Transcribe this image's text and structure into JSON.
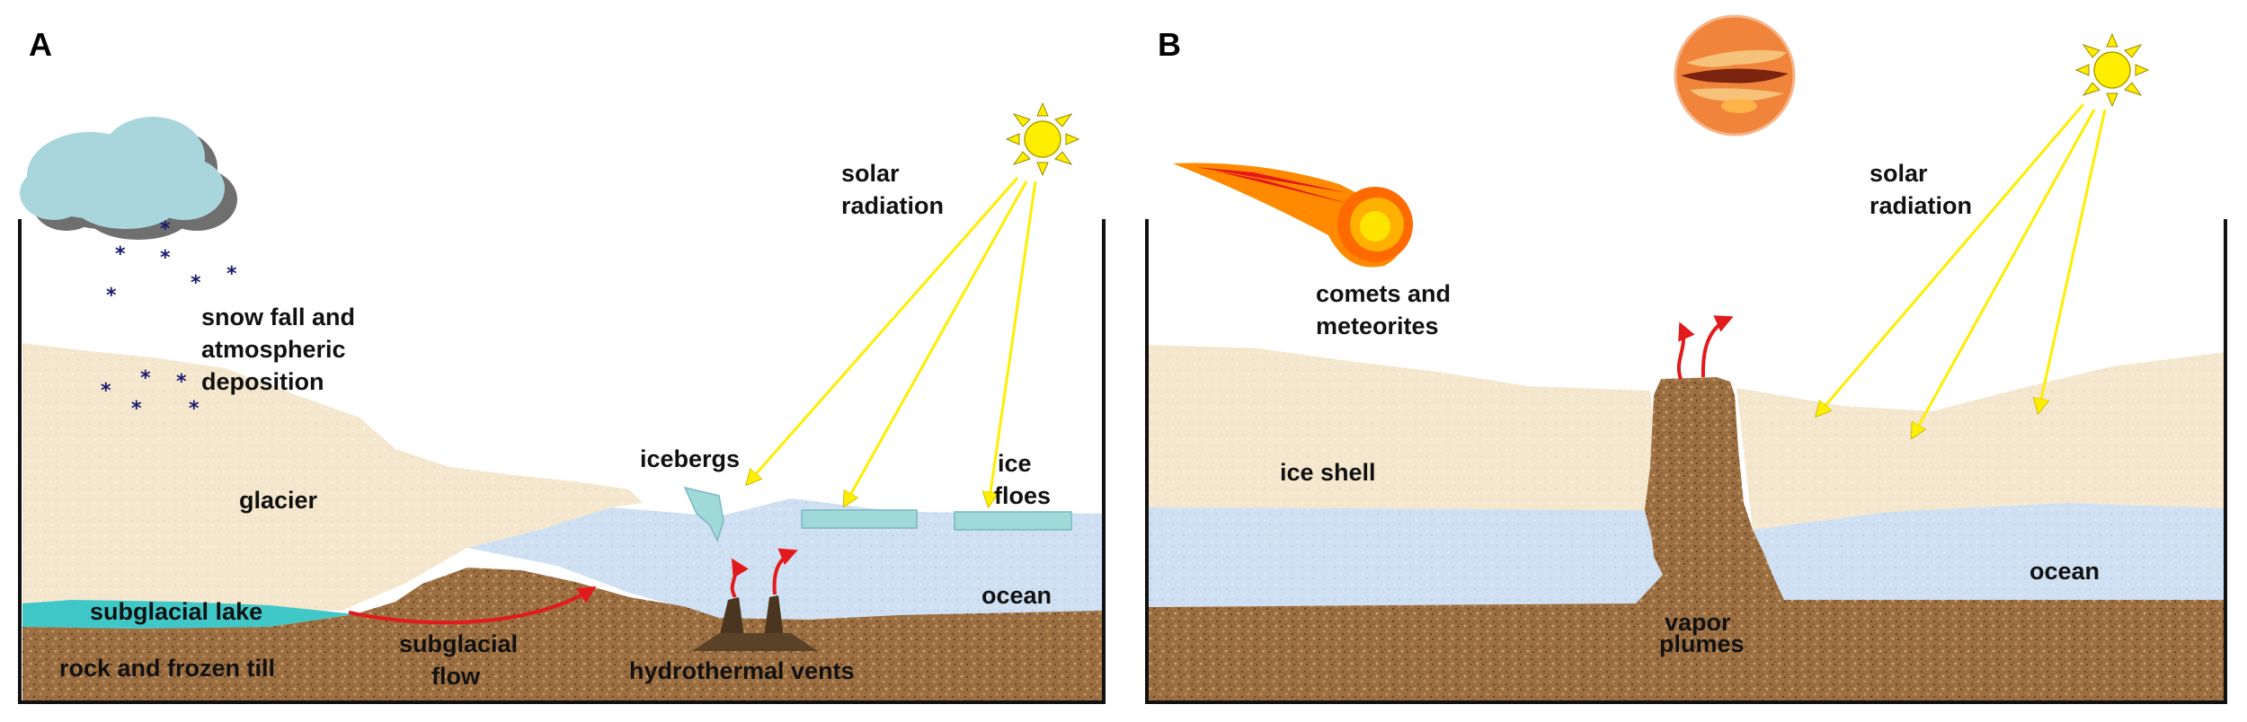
{
  "panel_a": {
    "letter": "A",
    "labels": {
      "snow_1": "snow fall and",
      "snow_2": "atmospheric",
      "snow_3": "deposition",
      "solar_1": "solar",
      "solar_2": "radiation",
      "icebergs": "icebergs",
      "floes_1": "ice",
      "floes_2": "floes",
      "glacier": "glacier",
      "ocean": "ocean",
      "subglacial_lake": "subglacial lake",
      "rock": "rock and frozen till",
      "flow_1": "subglacial",
      "flow_2": "flow",
      "vents": "hydrothermal vents"
    }
  },
  "panel_b": {
    "letter": "B",
    "labels": {
      "solar_1": "solar",
      "solar_2": "radiation",
      "comets_1": "comets and",
      "comets_2": "meteorites",
      "ice_shell": "ice shell",
      "ocean": "ocean",
      "plumes_1": "vapor",
      "plumes_2": "plumes"
    }
  },
  "colors": {
    "ice": "#f3e6cc",
    "ocean": "#cfe0f2",
    "rock": "#9c6f42",
    "lake": "#40c8c8",
    "sun": "#ffee00",
    "ray": "#ffee00",
    "flow_arrow": "#e31a1c",
    "cloud": "#a9d5dd",
    "cloud_shadow": "#6f6f6f",
    "comet": "#ff8a00",
    "planet": "#f0843a"
  }
}
